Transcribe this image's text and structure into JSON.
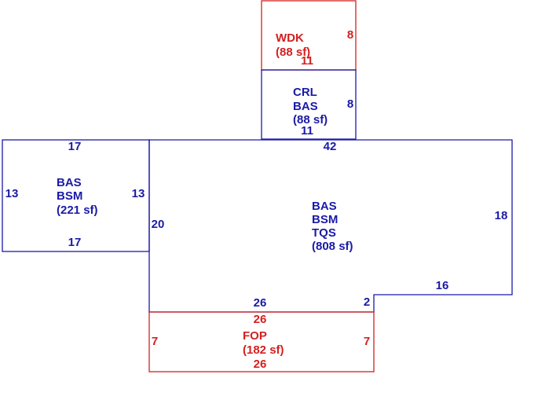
{
  "colors": {
    "living": "#1a1aa8",
    "exterior": "#d42020",
    "background": "#ffffff"
  },
  "areas": [
    {
      "id": "wdk",
      "color_key": "exterior",
      "labels": [
        "WDK",
        "(88 sf)"
      ],
      "dims": {
        "right": "8",
        "bottom": "11"
      }
    },
    {
      "id": "crl",
      "color_key": "living",
      "labels": [
        "CRL",
        "BAS",
        "(88 sf)"
      ],
      "dims": {
        "right": "8",
        "bottom": "11"
      }
    },
    {
      "id": "left-wing",
      "color_key": "living",
      "labels": [
        "BAS",
        "BSM",
        "(221 sf)"
      ],
      "dims": {
        "top": "17",
        "left": "13",
        "right": "13",
        "bottom": "17"
      }
    },
    {
      "id": "main",
      "color_key": "living",
      "labels": [
        "BAS",
        "BSM",
        "TQS",
        "(808 sf)"
      ],
      "dims": {
        "top": "42",
        "left": "20",
        "right": "18",
        "step_horizontal": "16",
        "step_vertical": "2",
        "bottom": "26"
      }
    },
    {
      "id": "fop",
      "color_key": "exterior",
      "labels": [
        "FOP",
        "(182 sf)"
      ],
      "dims": {
        "top": "26",
        "left": "7",
        "right": "7",
        "bottom": "26"
      }
    }
  ]
}
